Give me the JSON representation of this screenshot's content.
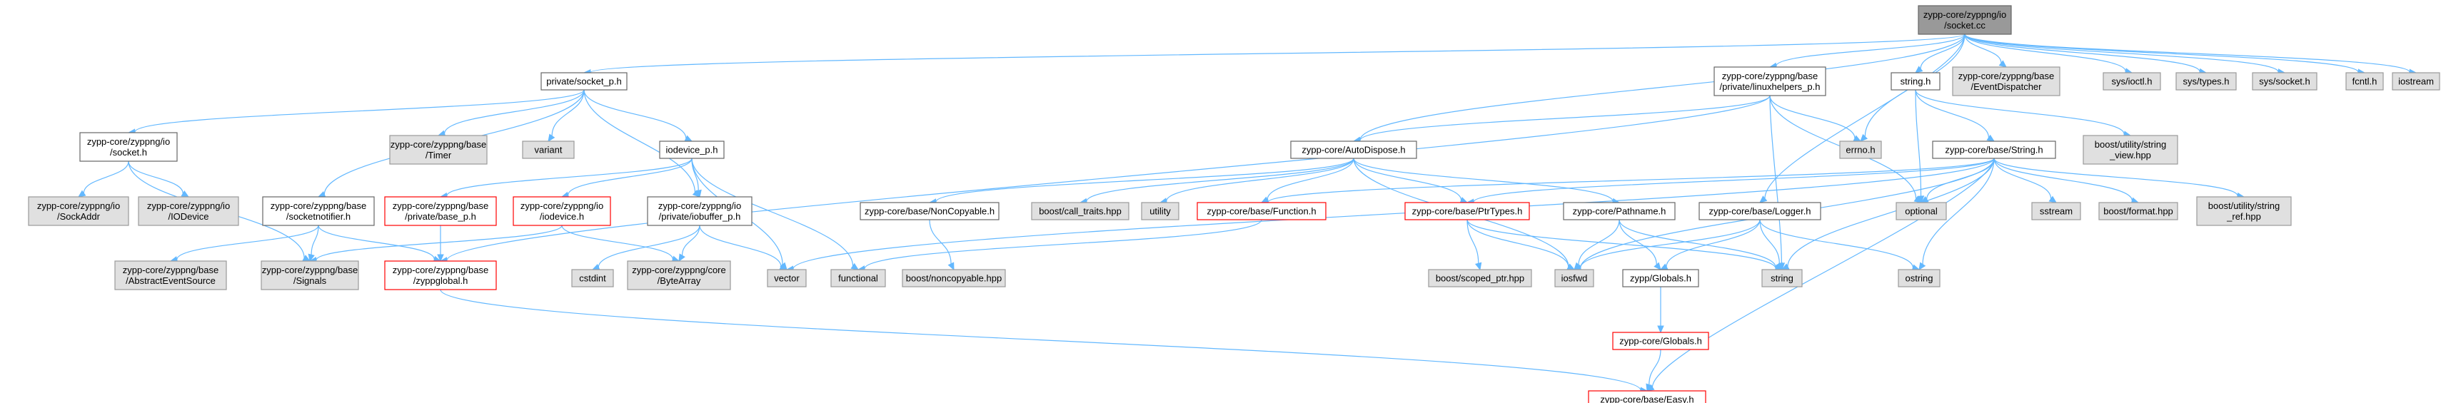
{
  "colors": {
    "edge": "#63b8ff",
    "main_fill": "#999999",
    "main_stroke": "#666666",
    "doc_stroke": "#666666",
    "system_fill": "#e0e0e0",
    "system_stroke": "#999999",
    "truncated_stroke": "#ff0000"
  },
  "graph": {
    "nodes": [
      {
        "id": "root",
        "kind": "main",
        "lines": [
          "zypp-core/zyppng/io",
          "/socket.cc"
        ]
      },
      {
        "id": "socket_p",
        "kind": "doc",
        "lines": [
          "private/socket_p.h"
        ]
      },
      {
        "id": "linuxhelpers",
        "kind": "doc",
        "lines": [
          "zypp-core/zyppng/base",
          "/private/linuxhelpers_p.h"
        ]
      },
      {
        "id": "string_h",
        "kind": "doc",
        "lines": [
          "string.h"
        ]
      },
      {
        "id": "eventdispatcher",
        "kind": "sys",
        "lines": [
          "zypp-core/zyppng/base",
          "/EventDispatcher"
        ]
      },
      {
        "id": "sys_ioctl",
        "kind": "sys",
        "lines": [
          "sys/ioctl.h"
        ]
      },
      {
        "id": "sys_types",
        "kind": "sys",
        "lines": [
          "sys/types.h"
        ]
      },
      {
        "id": "sys_socket",
        "kind": "sys",
        "lines": [
          "sys/socket.h"
        ]
      },
      {
        "id": "fcntl",
        "kind": "sys",
        "lines": [
          "fcntl.h"
        ]
      },
      {
        "id": "iostream",
        "kind": "sys",
        "lines": [
          "iostream"
        ]
      },
      {
        "id": "io_socket",
        "kind": "doc",
        "lines": [
          "zypp-core/zyppng/io",
          "/socket.h"
        ]
      },
      {
        "id": "timer",
        "kind": "sys",
        "lines": [
          "zypp-core/zyppng/base",
          "/Timer"
        ]
      },
      {
        "id": "variant",
        "kind": "sys",
        "lines": [
          "variant"
        ]
      },
      {
        "id": "iodevice_p",
        "kind": "doc",
        "lines": [
          "iodevice_p.h"
        ]
      },
      {
        "id": "autodispose",
        "kind": "doc",
        "lines": [
          "zypp-core/AutoDispose.h"
        ]
      },
      {
        "id": "errno",
        "kind": "sys",
        "lines": [
          "errno.h"
        ]
      },
      {
        "id": "boost_string_view",
        "kind": "sys",
        "lines": [
          "boost/utility/string",
          "_view.hpp"
        ]
      },
      {
        "id": "base_string",
        "kind": "doc",
        "lines": [
          "zypp-core/base/String.h"
        ]
      },
      {
        "id": "sockaddr",
        "kind": "sys",
        "lines": [
          "zypp-core/zyppng/io",
          "/SockAddr"
        ]
      },
      {
        "id": "iodevice_cls",
        "kind": "sys",
        "lines": [
          "zypp-core/zyppng/io",
          "/IODevice"
        ]
      },
      {
        "id": "socketnotifier",
        "kind": "doc",
        "lines": [
          "zypp-core/zyppng/base",
          "/socketnotifier.h"
        ]
      },
      {
        "id": "private_base_p",
        "kind": "trunc",
        "lines": [
          "zypp-core/zyppng/base",
          "/private/base_p.h"
        ]
      },
      {
        "id": "io_iodevice_h",
        "kind": "trunc",
        "lines": [
          "zypp-core/zyppng/io",
          "/iodevice.h"
        ]
      },
      {
        "id": "iobuffer_p",
        "kind": "doc",
        "lines": [
          "zypp-core/zyppng/io",
          "/private/iobuffer_p.h"
        ]
      },
      {
        "id": "noncopyable",
        "kind": "doc",
        "lines": [
          "zypp-core/base/NonCopyable.h"
        ]
      },
      {
        "id": "call_traits",
        "kind": "sys",
        "lines": [
          "boost/call_traits.hpp"
        ]
      },
      {
        "id": "utility",
        "kind": "sys",
        "lines": [
          "utility"
        ]
      },
      {
        "id": "function_h",
        "kind": "trunc",
        "lines": [
          "zypp-core/base/Function.h"
        ]
      },
      {
        "id": "ptrtypes",
        "kind": "trunc",
        "lines": [
          "zypp-core/base/PtrTypes.h"
        ]
      },
      {
        "id": "pathname",
        "kind": "doc",
        "lines": [
          "zypp-core/Pathname.h"
        ]
      },
      {
        "id": "logger",
        "kind": "doc",
        "lines": [
          "zypp-core/base/Logger.h"
        ]
      },
      {
        "id": "optional",
        "kind": "sys",
        "lines": [
          "optional"
        ]
      },
      {
        "id": "sstream",
        "kind": "sys",
        "lines": [
          "sstream"
        ]
      },
      {
        "id": "boost_format",
        "kind": "sys",
        "lines": [
          "boost/format.hpp"
        ]
      },
      {
        "id": "boost_string_ref",
        "kind": "sys",
        "lines": [
          "boost/utility/string",
          "_ref.hpp"
        ]
      },
      {
        "id": "abstract_event_source",
        "kind": "sys",
        "lines": [
          "zypp-core/zyppng/base",
          "/AbstractEventSource"
        ]
      },
      {
        "id": "signals",
        "kind": "sys",
        "lines": [
          "zypp-core/zyppng/base",
          "/Signals"
        ]
      },
      {
        "id": "zyppglobal",
        "kind": "trunc",
        "lines": [
          "zypp-core/zyppng/base",
          "/zyppglobal.h"
        ]
      },
      {
        "id": "cstdint",
        "kind": "sys",
        "lines": [
          "cstdint"
        ]
      },
      {
        "id": "bytearray",
        "kind": "sys",
        "lines": [
          "zypp-core/zyppng/core",
          "/ByteArray"
        ]
      },
      {
        "id": "vector",
        "kind": "sys",
        "lines": [
          "vector"
        ]
      },
      {
        "id": "functional",
        "kind": "sys",
        "lines": [
          "functional"
        ]
      },
      {
        "id": "boost_noncopyable",
        "kind": "sys",
        "lines": [
          "boost/noncopyable.hpp"
        ]
      },
      {
        "id": "scoped_ptr",
        "kind": "sys",
        "lines": [
          "boost/scoped_ptr.hpp"
        ]
      },
      {
        "id": "iosfwd",
        "kind": "sys",
        "lines": [
          "iosfwd"
        ]
      },
      {
        "id": "zypp_globals",
        "kind": "doc",
        "lines": [
          "zypp/Globals.h"
        ]
      },
      {
        "id": "string",
        "kind": "sys",
        "lines": [
          "string"
        ]
      },
      {
        "id": "ostring",
        "kind": "sys",
        "lines": [
          "ostring"
        ]
      },
      {
        "id": "core_globals",
        "kind": "trunc",
        "lines": [
          "zypp-core/Globals.h"
        ]
      },
      {
        "id": "easy",
        "kind": "trunc",
        "lines": [
          "zypp-core/base/Easy.h"
        ]
      }
    ],
    "edges": [
      [
        "root",
        "socket_p"
      ],
      [
        "root",
        "linuxhelpers"
      ],
      [
        "root",
        "string_h"
      ],
      [
        "root",
        "eventdispatcher"
      ],
      [
        "root",
        "sys_ioctl"
      ],
      [
        "root",
        "sys_types"
      ],
      [
        "root",
        "sys_socket"
      ],
      [
        "root",
        "fcntl"
      ],
      [
        "root",
        "iostream"
      ],
      [
        "root",
        "autodispose"
      ],
      [
        "root",
        "errno"
      ],
      [
        "root",
        "logger"
      ],
      [
        "socket_p",
        "io_socket"
      ],
      [
        "socket_p",
        "timer"
      ],
      [
        "socket_p",
        "variant"
      ],
      [
        "socket_p",
        "iodevice_p"
      ],
      [
        "socket_p",
        "socketnotifier"
      ],
      [
        "socket_p",
        "iobuffer_p"
      ],
      [
        "io_socket",
        "sockaddr"
      ],
      [
        "io_socket",
        "iodevice_cls"
      ],
      [
        "io_socket",
        "signals"
      ],
      [
        "iodevice_p",
        "private_base_p"
      ],
      [
        "iodevice_p",
        "io_iodevice_h"
      ],
      [
        "iodevice_p",
        "iobuffer_p"
      ],
      [
        "iodevice_p",
        "vector"
      ],
      [
        "iodevice_p",
        "functional"
      ],
      [
        "socketnotifier",
        "abstract_event_source"
      ],
      [
        "socketnotifier",
        "signals"
      ],
      [
        "socketnotifier",
        "zyppglobal"
      ],
      [
        "private_base_p",
        "zyppglobal"
      ],
      [
        "io_iodevice_h",
        "signals"
      ],
      [
        "io_iodevice_h",
        "bytearray"
      ],
      [
        "iobuffer_p",
        "cstdint"
      ],
      [
        "iobuffer_p",
        "bytearray"
      ],
      [
        "iobuffer_p",
        "vector"
      ],
      [
        "linuxhelpers",
        "autodispose"
      ],
      [
        "linuxhelpers",
        "errno"
      ],
      [
        "linuxhelpers",
        "string"
      ],
      [
        "linuxhelpers",
        "optional"
      ],
      [
        "linuxhelpers",
        "zyppglobal"
      ],
      [
        "autodispose",
        "noncopyable"
      ],
      [
        "autodispose",
        "call_traits"
      ],
      [
        "autodispose",
        "utility"
      ],
      [
        "autodispose",
        "function_h"
      ],
      [
        "autodispose",
        "ptrtypes"
      ],
      [
        "autodispose",
        "pathname"
      ],
      [
        "autodispose",
        "iosfwd"
      ],
      [
        "noncopyable",
        "boost_noncopyable"
      ],
      [
        "function_h",
        "functional"
      ],
      [
        "ptrtypes",
        "scoped_ptr"
      ],
      [
        "ptrtypes",
        "iosfwd"
      ],
      [
        "ptrtypes",
        "string"
      ],
      [
        "pathname",
        "iosfwd"
      ],
      [
        "pathname",
        "zypp_globals"
      ],
      [
        "pathname",
        "string"
      ],
      [
        "logger",
        "iosfwd"
      ],
      [
        "logger",
        "zypp_globals"
      ],
      [
        "logger",
        "string"
      ],
      [
        "logger",
        "ostring"
      ],
      [
        "zypp_globals",
        "core_globals"
      ],
      [
        "core_globals",
        "easy"
      ],
      [
        "zyppglobal",
        "easy"
      ],
      [
        "string_h",
        "boost_string_view"
      ],
      [
        "string_h",
        "base_string"
      ],
      [
        "string_h",
        "optional"
      ],
      [
        "base_string",
        "function_h"
      ],
      [
        "base_string",
        "ptrtypes"
      ],
      [
        "base_string",
        "iosfwd"
      ],
      [
        "base_string",
        "vector"
      ],
      [
        "base_string",
        "optional"
      ],
      [
        "base_string",
        "sstream"
      ],
      [
        "base_string",
        "boost_format"
      ],
      [
        "base_string",
        "boost_string_ref"
      ],
      [
        "base_string",
        "string"
      ],
      [
        "base_string",
        "ostring"
      ],
      [
        "base_string",
        "easy"
      ]
    ]
  }
}
